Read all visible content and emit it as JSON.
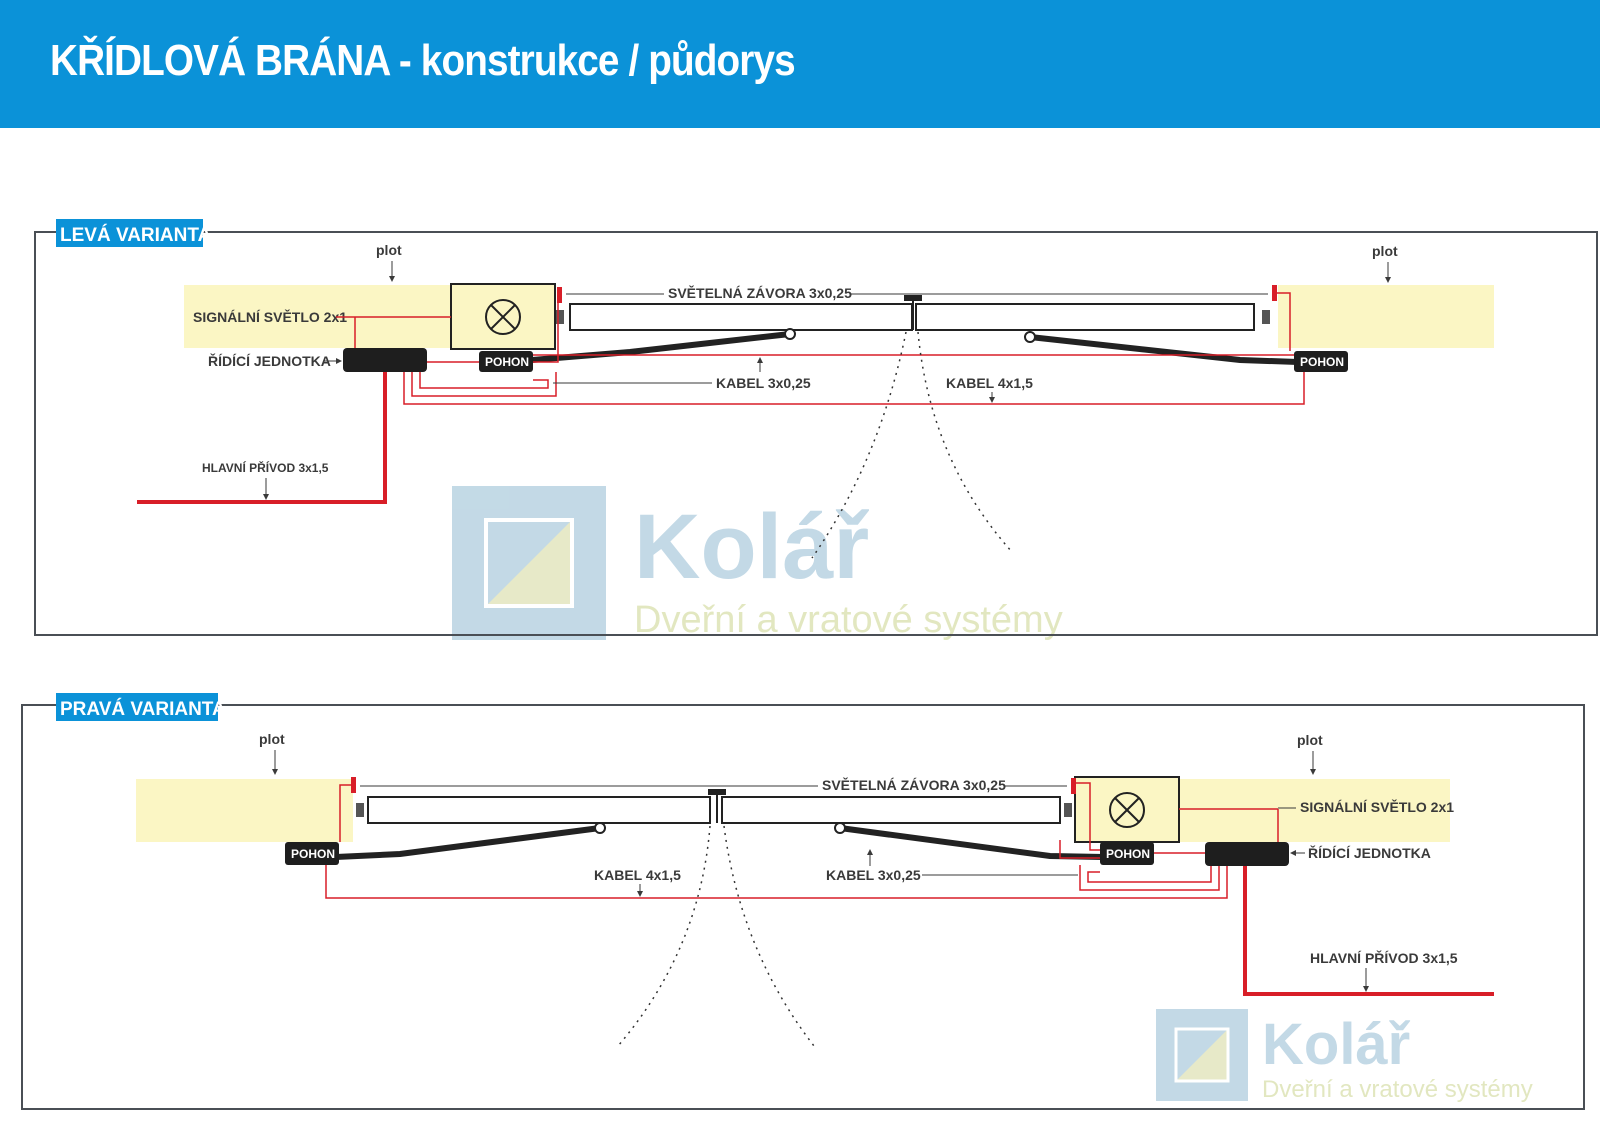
{
  "header": {
    "title": "KŘÍDLOVÁ BRÁNA - konstrukce / půdorys"
  },
  "colors": {
    "header_blue": "#0b92d8",
    "wire_red": "#d81e28",
    "fence_yellow": "#fbf6c4",
    "frame_gray": "#4a4f55"
  },
  "left_variant": {
    "title": "LEVÁ VARIANTA",
    "fence_left": "plot",
    "fence_right": "plot",
    "signal_light": "SIGNÁLNÍ SVĚTLO 2x1",
    "control_unit": "ŘÍDÍCÍ JEDNOTKA",
    "photocell": "SVĚTELNÁ ZÁVORA 3x0,25",
    "drive_left": "POHON",
    "drive_right": "POHON",
    "cable_signal": "KABEL 3x0,25",
    "cable_power": "KABEL 4x1,5",
    "main_supply": "HLAVNÍ PŘÍVOD 3x1,5"
  },
  "right_variant": {
    "title": "PRAVÁ VARIANTA",
    "fence_left": "plot",
    "fence_right": "plot",
    "signal_light": "SIGNÁLNÍ SVĚTLO 2x1",
    "control_unit": "ŘÍDÍCÍ JEDNOTKA",
    "photocell": "SVĚTELNÁ ZÁVORA 3x0,25",
    "drive_left": "POHON",
    "drive_right": "POHON",
    "cable_power": "KABEL 4x1,5",
    "cable_signal": "KABEL 3x0,25",
    "main_supply": "HLAVNÍ PŘÍVOD 3x1,5"
  },
  "watermark": {
    "brand": "Kolář",
    "tagline": "Dveřní a vratové systémy"
  }
}
